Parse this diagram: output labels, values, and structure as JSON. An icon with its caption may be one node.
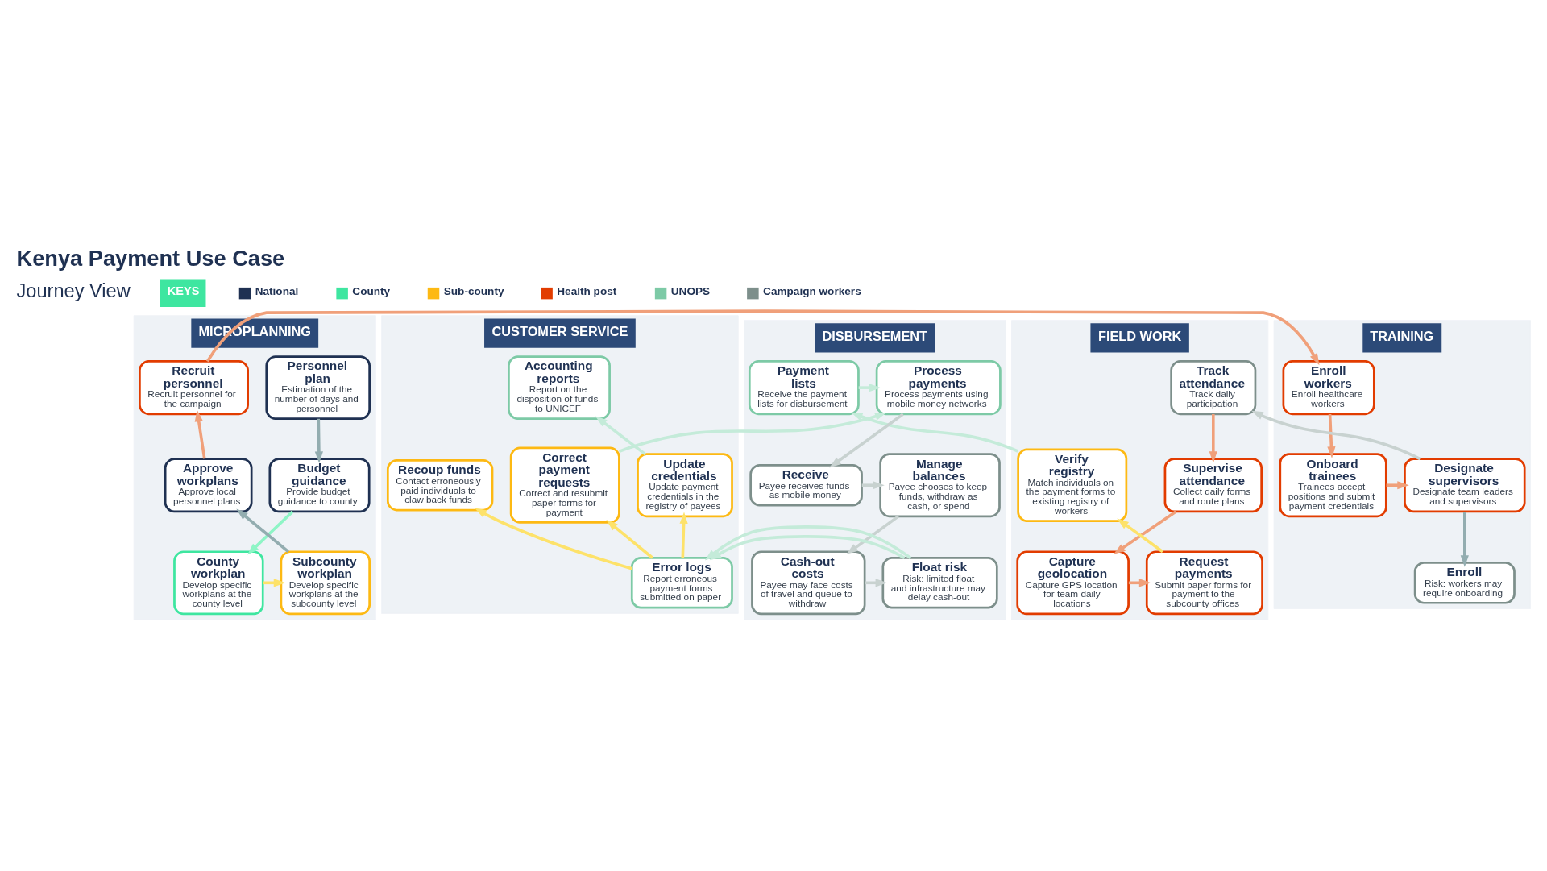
{
  "diagram": {
    "title": "Kenya Payment Use Case",
    "nodes": [
      {
        "text": [
          "MICROPLANNING"
        ]
      },
      {
        "text": [
          "Personnel plan",
          "Estimation of the number of days and personnel"
        ],
        "in": 0
      },
      {
        "text": [
          "Recruit personnel",
          "Recruit personnel for the campaign"
        ],
        "in": 0
      },
      {
        "text": [
          "Budget guidance",
          "Provide budget guidance to county"
        ],
        "in": 0
      },
      {
        "text": [
          "Approve workplans",
          "Approve local personnel plans"
        ],
        "in": 0
      },
      {
        "text": [
          "County workplan",
          "Develop specific workplans at the county level"
        ],
        "in": 0
      },
      {
        "text": [
          "Subcounty workplan",
          "Develop specific workplans at the subcounty level"
        ],
        "in": 0
      },
      {
        "text": [
          "TRAINING"
        ]
      },
      {
        "text": [
          "Enroll workers",
          "Enroll healthcare workers"
        ],
        "in": 7
      },
      {
        "text": [
          "Onboard trainees",
          "Trainees accept positions and submit payment credentials"
        ],
        "in": 7
      },
      {
        "text": [
          "Designate supervisors",
          "Designate team leaders and supervisors"
        ],
        "in": 7
      },
      {
        "text": [
          "Enroll",
          "Risk: workers may require onboarding"
        ],
        "in": 7
      },
      {
        "text": [
          "FIELD WORK"
        ]
      },
      {
        "text": [
          "Track attendance",
          "Track daily participation"
        ],
        "in": 12
      },
      {
        "text": [
          "Supervise attendance",
          "Collect daily forms and route plans"
        ],
        "in": 12
      },
      {
        "text": [
          "Verify registry",
          "Match individuals on the payment forms to existing registry of workers"
        ],
        "in": 12
      },
      {
        "text": [
          "Capture geolocation",
          "Capture GPS location for team daily locations"
        ],
        "in": 12
      },
      {
        "text": [
          "Request payments",
          "Submit paper forms for payment to the subcounty offices"
        ],
        "in": 12
      },
      {
        "text": [
          "DISBURSEMENT"
        ]
      },
      {
        "text": [
          "Payment lists",
          "Receive the payment lists for disbursement"
        ],
        "in": 18
      },
      {
        "text": [
          "Process payments",
          "Process payments using mobile money networks"
        ],
        "in": 18
      },
      {
        "text": [
          "Manage balances",
          "Payee chooses to keep funds, withdraw as cash, or spend"
        ],
        "in": 18
      },
      {
        "text": [
          "Receive",
          "Payee receives funds as mobile money"
        ],
        "in": 18
      },
      {
        "text": [
          "Cash-out costs",
          "Payee may face costs of travel and queue to withdraw"
        ],
        "in": 18
      },
      {
        "text": [
          "Float risk",
          "Risk: limited float and infrastructure may delay cash-out"
        ],
        "in": 18
      },
      {
        "text": [
          "CUSTOMER SERVICE"
        ]
      },
      {
        "text": [
          "Accounting reports",
          "Report on the disposition of funds to UNICEF"
        ],
        "in": 25
      },
      {
        "text": [
          "Correct payment requests",
          "Correct and resubmit paper forms for payment"
        ],
        "in": 25
      },
      {
        "text": [
          "Recoup funds",
          "Contact erroneously paid individuals to claw back funds"
        ],
        "in": 25
      },
      {
        "text": [
          "Update credentials",
          "Update payment credentials in the registry of payees"
        ],
        "in": 25
      },
      {
        "text": [
          "Error logs",
          "Report erroneous payment forms submitted on paper"
        ],
        "in": 25
      }
    ],
    "edges": [
      {
        "from": 1,
        "to": 3,
        "arrow": "to",
        "color": "#93adb0"
      },
      {
        "from": 3,
        "to": 5,
        "arrow": "to",
        "color": "#8ef5c6"
      },
      {
        "from": 5,
        "to": 6,
        "arrow": "to",
        "color": "#fde26a"
      },
      {
        "from": 6,
        "to": 4,
        "arrow": "to",
        "color": "#93adb0"
      },
      {
        "from": 4,
        "to": 2,
        "arrow": "to",
        "color": "#f0a07a"
      },
      {
        "from": 2,
        "to": 8,
        "arrow": "to",
        "color": "#f0a07a"
      },
      {
        "from": 8,
        "to": 9,
        "arrow": "to",
        "color": "#f0a07a"
      },
      {
        "from": 9,
        "to": 10,
        "arrow": "to",
        "color": "#f0a07a"
      },
      {
        "from": 10,
        "to": 13,
        "arrow": "to",
        "color": "#c8d2d0"
      },
      {
        "from": 10,
        "to": 11,
        "arrow": "to",
        "color": "#93adb0"
      },
      {
        "from": 13,
        "to": 14,
        "arrow": "to",
        "color": "#f0a07a"
      },
      {
        "from": 14,
        "to": 16,
        "arrow": "to",
        "color": "#f0a07a"
      },
      {
        "from": 16,
        "to": 17,
        "arrow": "to",
        "color": "#f0a07a"
      },
      {
        "from": 17,
        "to": 15,
        "arrow": "to",
        "color": "#fde26a"
      },
      {
        "from": 15,
        "to": 19,
        "arrow": "to",
        "color": "#c4ebd9"
      },
      {
        "from": 19,
        "to": 20,
        "arrow": "to",
        "color": "#c4ebd9"
      },
      {
        "from": 20,
        "to": 22,
        "arrow": "to",
        "color": "#c8d2d0"
      },
      {
        "from": 22,
        "to": 21,
        "arrow": "to",
        "color": "#c8d2d0"
      },
      {
        "from": 21,
        "to": 23,
        "arrow": "to",
        "color": "#c8d2d0"
      },
      {
        "from": 23,
        "to": 24,
        "arrow": "to",
        "color": "#c8d2d0"
      },
      {
        "from": 24,
        "to": 30,
        "arrow": "to",
        "color": "#c4ebd9"
      },
      {
        "from": 27,
        "to": 20,
        "arrow": "to",
        "color": "#c4ebd9"
      },
      {
        "from": 30,
        "to": 27,
        "arrow": "to",
        "color": "#fde26a"
      },
      {
        "from": 30,
        "to": 28,
        "arrow": "to",
        "color": "#fde26a"
      },
      {
        "from": 30,
        "to": 29,
        "arrow": "to",
        "color": "#fde26a"
      },
      {
        "from": 29,
        "to": 26,
        "arrow": "to",
        "color": "#c4ebd9"
      }
    ],
    "labels": [
      "Journey View",
      "KEYS"
    ],
    "legend": [
      {
        "text": "National",
        "color": "#1f3152"
      },
      {
        "text": "County",
        "color": "#3ee6a0"
      },
      {
        "text": "Sub-county",
        "color": "#fdb913"
      },
      {
        "text": "Health post",
        "color": "#e23c00"
      },
      {
        "text": "UNOPS",
        "color": "#7dcaa6"
      },
      {
        "text": "Campaign workers",
        "color": "#7d8f8b"
      }
    ]
  }
}
